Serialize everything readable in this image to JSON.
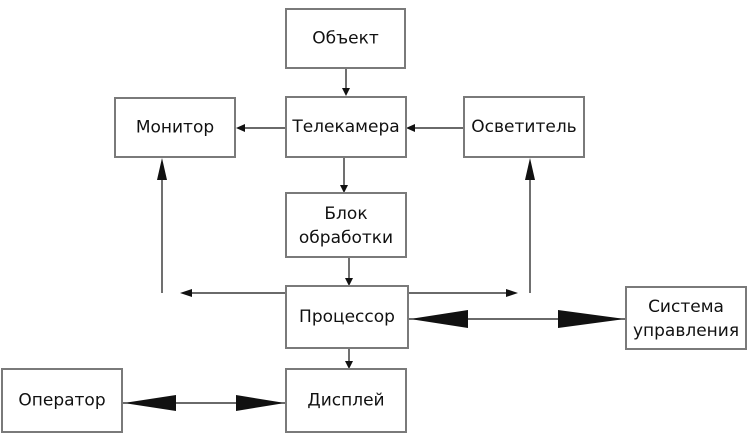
{
  "diagram": {
    "nodes": {
      "object": {
        "lines": [
          "Объект"
        ]
      },
      "camera": {
        "lines": [
          "Телекамера"
        ]
      },
      "monitor": {
        "lines": [
          "Монитор"
        ]
      },
      "illuminator": {
        "lines": [
          "Осветитель"
        ]
      },
      "processing": {
        "lines": [
          "Блок",
          "обработки"
        ]
      },
      "processor": {
        "lines": [
          "Процессор"
        ]
      },
      "control_system": {
        "lines": [
          "Система",
          "управления"
        ]
      },
      "operator": {
        "lines": [
          "Оператор"
        ]
      },
      "display": {
        "lines": [
          "Дисплей"
        ]
      }
    }
  }
}
